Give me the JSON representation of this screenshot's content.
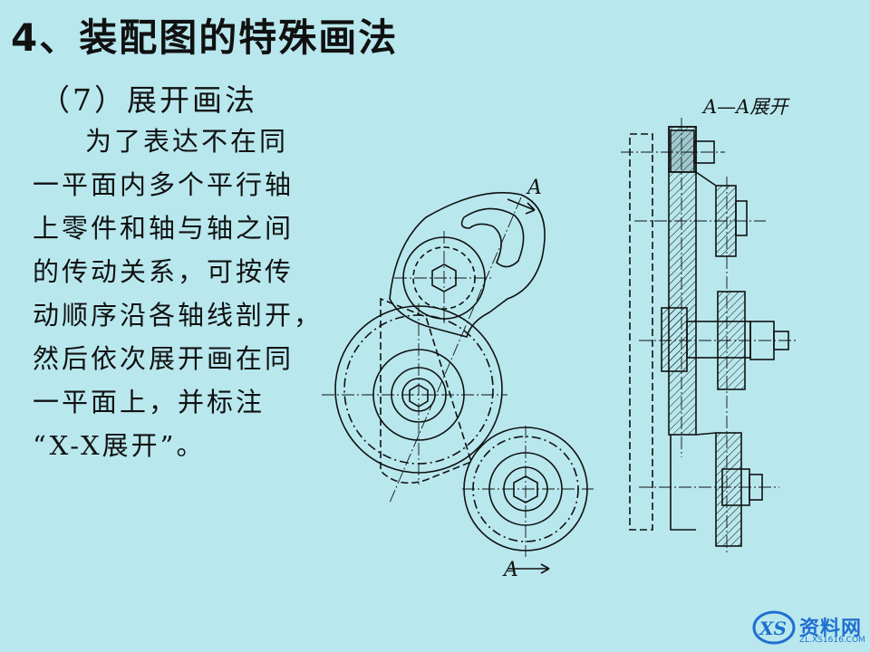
{
  "slide": {
    "title": "4、装配图的特殊画法",
    "subtitle": "（7）展开画法",
    "body_lines": [
      "为了表达不在同",
      "一平面内多个平行轴",
      "上零件和轴与轴之间",
      "的传动关系，可按传",
      "动顺序沿各轴线剖开，",
      "然后依次展开画在同",
      "一平面上，并标注",
      "“X-X展开”。"
    ]
  },
  "drawing": {
    "section_label": "A—A展开",
    "cut_marks": [
      "A",
      "A"
    ]
  },
  "watermark": {
    "logo_text": "XS",
    "name": "资料网",
    "url": "ZL.XS1616.COM"
  },
  "colors": {
    "background": "#b8e8ee",
    "line": "#111111",
    "watermark": "#1f6fd0"
  }
}
